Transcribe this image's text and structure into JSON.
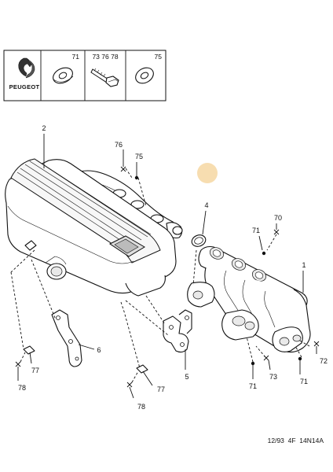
{
  "legend": {
    "brand": "PEUGEOT",
    "cells": [
      {
        "id": "washer-a",
        "label": "71"
      },
      {
        "id": "bolt",
        "label": "73 76 78"
      },
      {
        "id": "washer-b",
        "label": "75"
      }
    ]
  },
  "callouts": {
    "c2": "2",
    "c76": "76",
    "c75": "75",
    "c4": "4",
    "c70": "70",
    "c71_top": "71",
    "c1": "1",
    "c72": "72",
    "c71_right": "71",
    "c73": "73",
    "c71_bottom": "71",
    "c5": "5",
    "c6": "6",
    "c77_left": "77",
    "c78_left": "78",
    "c77_bottom": "77",
    "c78_bottom": "78"
  },
  "reference": "12/93  4F  14N14A",
  "colors": {
    "line": "#111111",
    "highlight": "#f7ddb0"
  }
}
